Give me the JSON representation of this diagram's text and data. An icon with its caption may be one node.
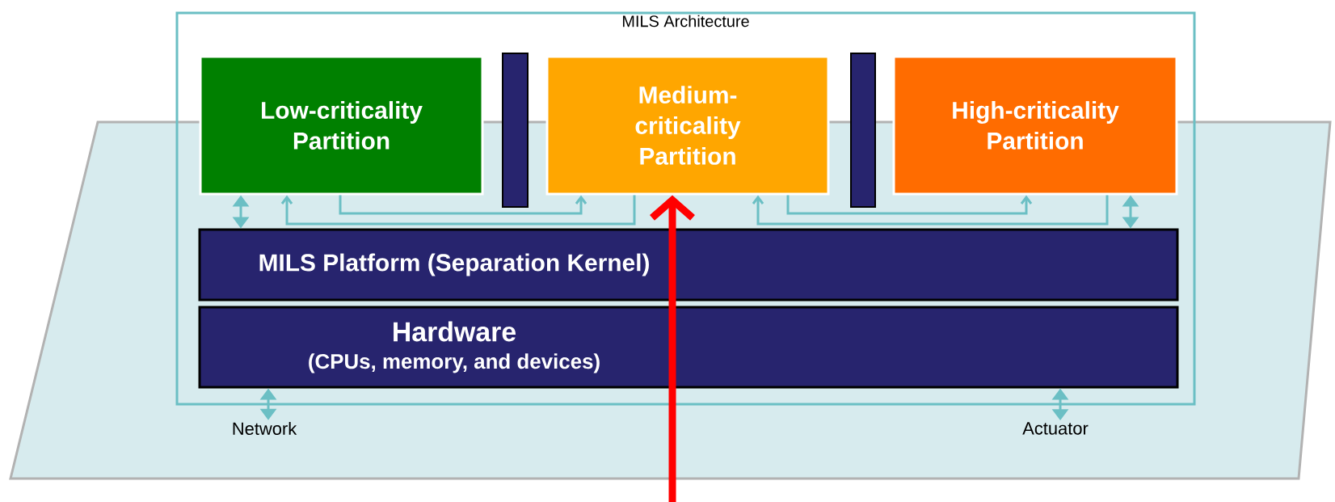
{
  "diagram": {
    "nodes": [
      {
        "text": [
          "MILS Architecture"
        ]
      },
      {
        "text": [
          "Low-criticality Partition"
        ],
        "in": 0
      },
      {
        "text": [],
        "shape": "bar",
        "in": 0
      },
      {
        "text": [
          "Medium-criticality Partition"
        ],
        "in": 0
      },
      {
        "text": [],
        "shape": "bar",
        "in": 0
      },
      {
        "text": [
          "High-criticality Partition"
        ],
        "in": 0
      },
      {
        "text": [
          "MILS Platform (Separation Kernel)"
        ],
        "in": 0
      },
      {
        "text": [
          "Hardware",
          "(CPUs, memory, and devices)"
        ],
        "in": 0
      },
      {
        "text": [
          "Network"
        ]
      },
      {
        "text": [
          "Actuator"
        ]
      }
    ],
    "edges": [
      {
        "from": 1,
        "to": 6,
        "arrow": "both"
      },
      {
        "from": 1,
        "to": 3,
        "arrow": "to"
      },
      {
        "from": 3,
        "to": 1,
        "arrow": "to"
      },
      {
        "from": 3,
        "to": 5,
        "arrow": "to"
      },
      {
        "from": 5,
        "to": 3,
        "arrow": "to"
      },
      {
        "from": 5,
        "to": 6,
        "arrow": "both"
      },
      {
        "from": 7,
        "to": 8,
        "arrow": "both"
      },
      {
        "from": 7,
        "to": 9,
        "arrow": "both"
      },
      {
        "from": null,
        "to": 3,
        "arrow": "to",
        "style": "thick",
        "color": "#ff0000"
      }
    ]
  }
}
